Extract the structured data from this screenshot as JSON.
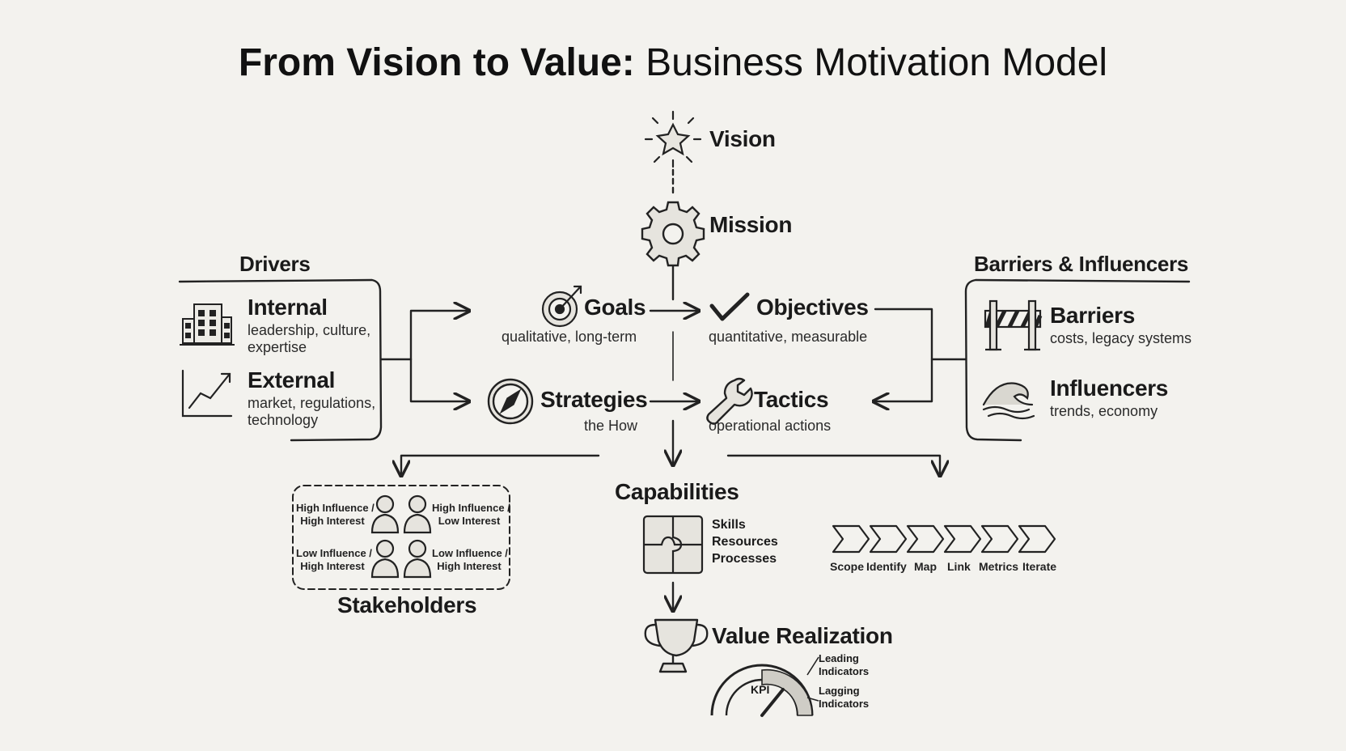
{
  "title": {
    "bold": "From Vision to Value:",
    "rest": "Business Motivation Model"
  },
  "vision": {
    "label": "Vision",
    "icon": "star-burst-icon"
  },
  "mission": {
    "label": "Mission",
    "icon": "gear-icon"
  },
  "drivers": {
    "heading": "Drivers",
    "internal": {
      "label": "Internal",
      "desc_line1": "leadership, culture,",
      "desc_line2": "expertise",
      "icon": "office-building-icon"
    },
    "external": {
      "label": "External",
      "desc_line1": "market, regulations,",
      "desc_line2": "technology",
      "icon": "trend-chart-icon"
    }
  },
  "goals": {
    "label": "Goals",
    "desc": "qualitative, long-term",
    "icon": "target-icon"
  },
  "objectives": {
    "label": "Objectives",
    "desc": "quantitative, measurable",
    "icon": "checkmark-icon"
  },
  "strategies": {
    "label": "Strategies",
    "desc": "the How",
    "icon": "compass-icon"
  },
  "tactics": {
    "label": "Tactics",
    "desc": "operational actions",
    "icon": "wrench-icon"
  },
  "barriers_influencers": {
    "heading": "Barriers & Influencers",
    "barriers": {
      "label": "Barriers",
      "desc": "costs, legacy systems",
      "icon": "barricade-icon"
    },
    "influencers": {
      "label": "Influencers",
      "desc": "trends, economy",
      "icon": "wave-icon"
    }
  },
  "stakeholders": {
    "label": "Stakeholders",
    "quadrants": [
      {
        "line1": "High Influence /",
        "line2": "High Interest"
      },
      {
        "line1": "High Influence /",
        "line2": "Low Interest"
      },
      {
        "line1": "Low Influence /",
        "line2": "High Interest"
      },
      {
        "line1": "Low Influence /",
        "line2": "High Interest"
      }
    ]
  },
  "capabilities": {
    "label": "Capabilities",
    "items": [
      "Skills",
      "Resources",
      "Processes"
    ],
    "icon": "puzzle-icon"
  },
  "process_steps": [
    "Scope",
    "Identify",
    "Map",
    "Link",
    "Metrics",
    "Iterate"
  ],
  "value_realization": {
    "label": "Value Realization",
    "icon": "trophy-icon",
    "gauge_label": "KPI",
    "leading": {
      "line1": "Leading",
      "line2": "Indicators"
    },
    "lagging": {
      "line1": "Lagging",
      "line2": "Indicators"
    }
  },
  "colors": {
    "background": "#f3f2ee",
    "ink": "#1a1a1a"
  }
}
